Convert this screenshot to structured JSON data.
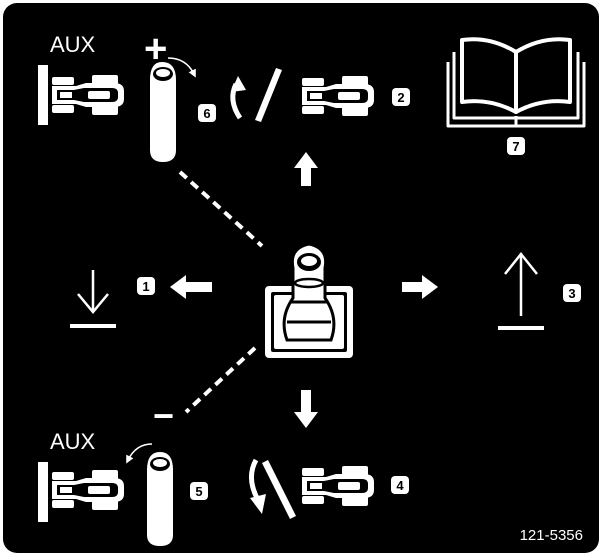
{
  "decal": {
    "part_number": "121-5356",
    "background_color": "#000000",
    "foreground_color": "#ffffff"
  },
  "labels": {
    "aux_top": "AUX",
    "aux_bottom": "AUX",
    "plus_sign": "+",
    "minus_sign": "−"
  },
  "callouts": {
    "lower": "1",
    "tilt_back": "2",
    "raise": "3",
    "tilt_forward": "4",
    "aux_minus": "5",
    "aux_plus": "6",
    "manual": "7"
  },
  "icons": [
    "tractor-icon",
    "joystick-icon",
    "operator-manual-icon",
    "down-arrow-icon",
    "up-arrow-icon",
    "curved-arrow-icon"
  ]
}
